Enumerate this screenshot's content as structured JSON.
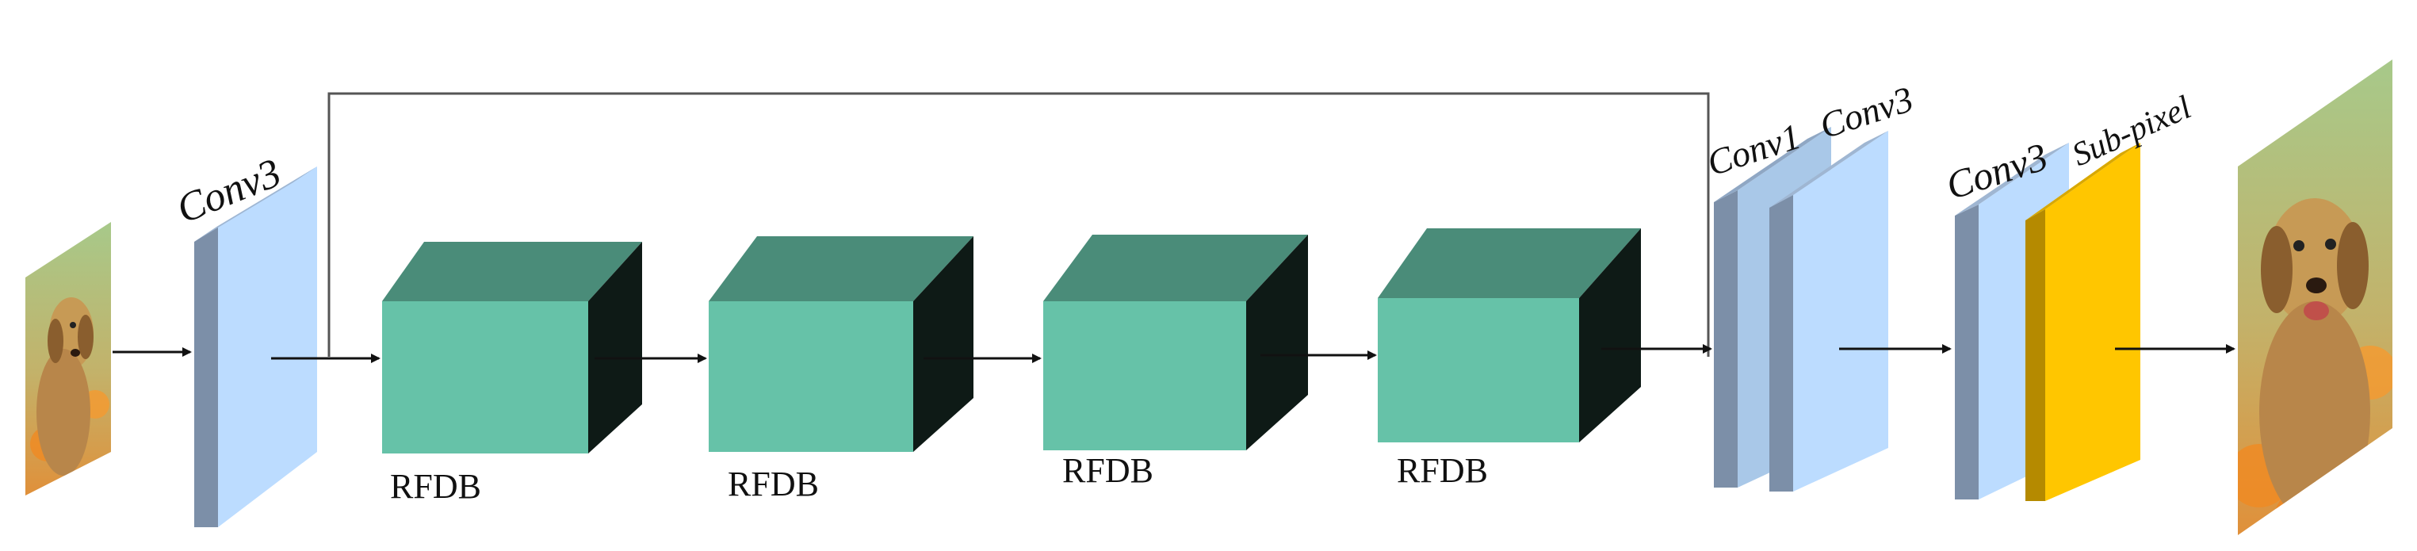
{
  "labels": {
    "conv3_first": "Conv3",
    "rfdb_1": "RFDB",
    "rfdb_2": "RFDB",
    "rfdb_3": "RFDB",
    "rfdb_4": "RFDB",
    "conv1": "Conv1",
    "conv3_second": "Conv3",
    "conv3_third": "Conv3",
    "subpixel": "Sub-pixel"
  },
  "colors": {
    "conv_face": "#bcdcff",
    "conv_side": "#7c8fa8",
    "rfdb_front": "#66c2a8",
    "rfdb_top": "#4a8c79",
    "rfdb_side": "#0e1a16",
    "subpixel_face": "#ffc600",
    "subpixel_side": "#b58a00",
    "arrow": "#111111"
  }
}
